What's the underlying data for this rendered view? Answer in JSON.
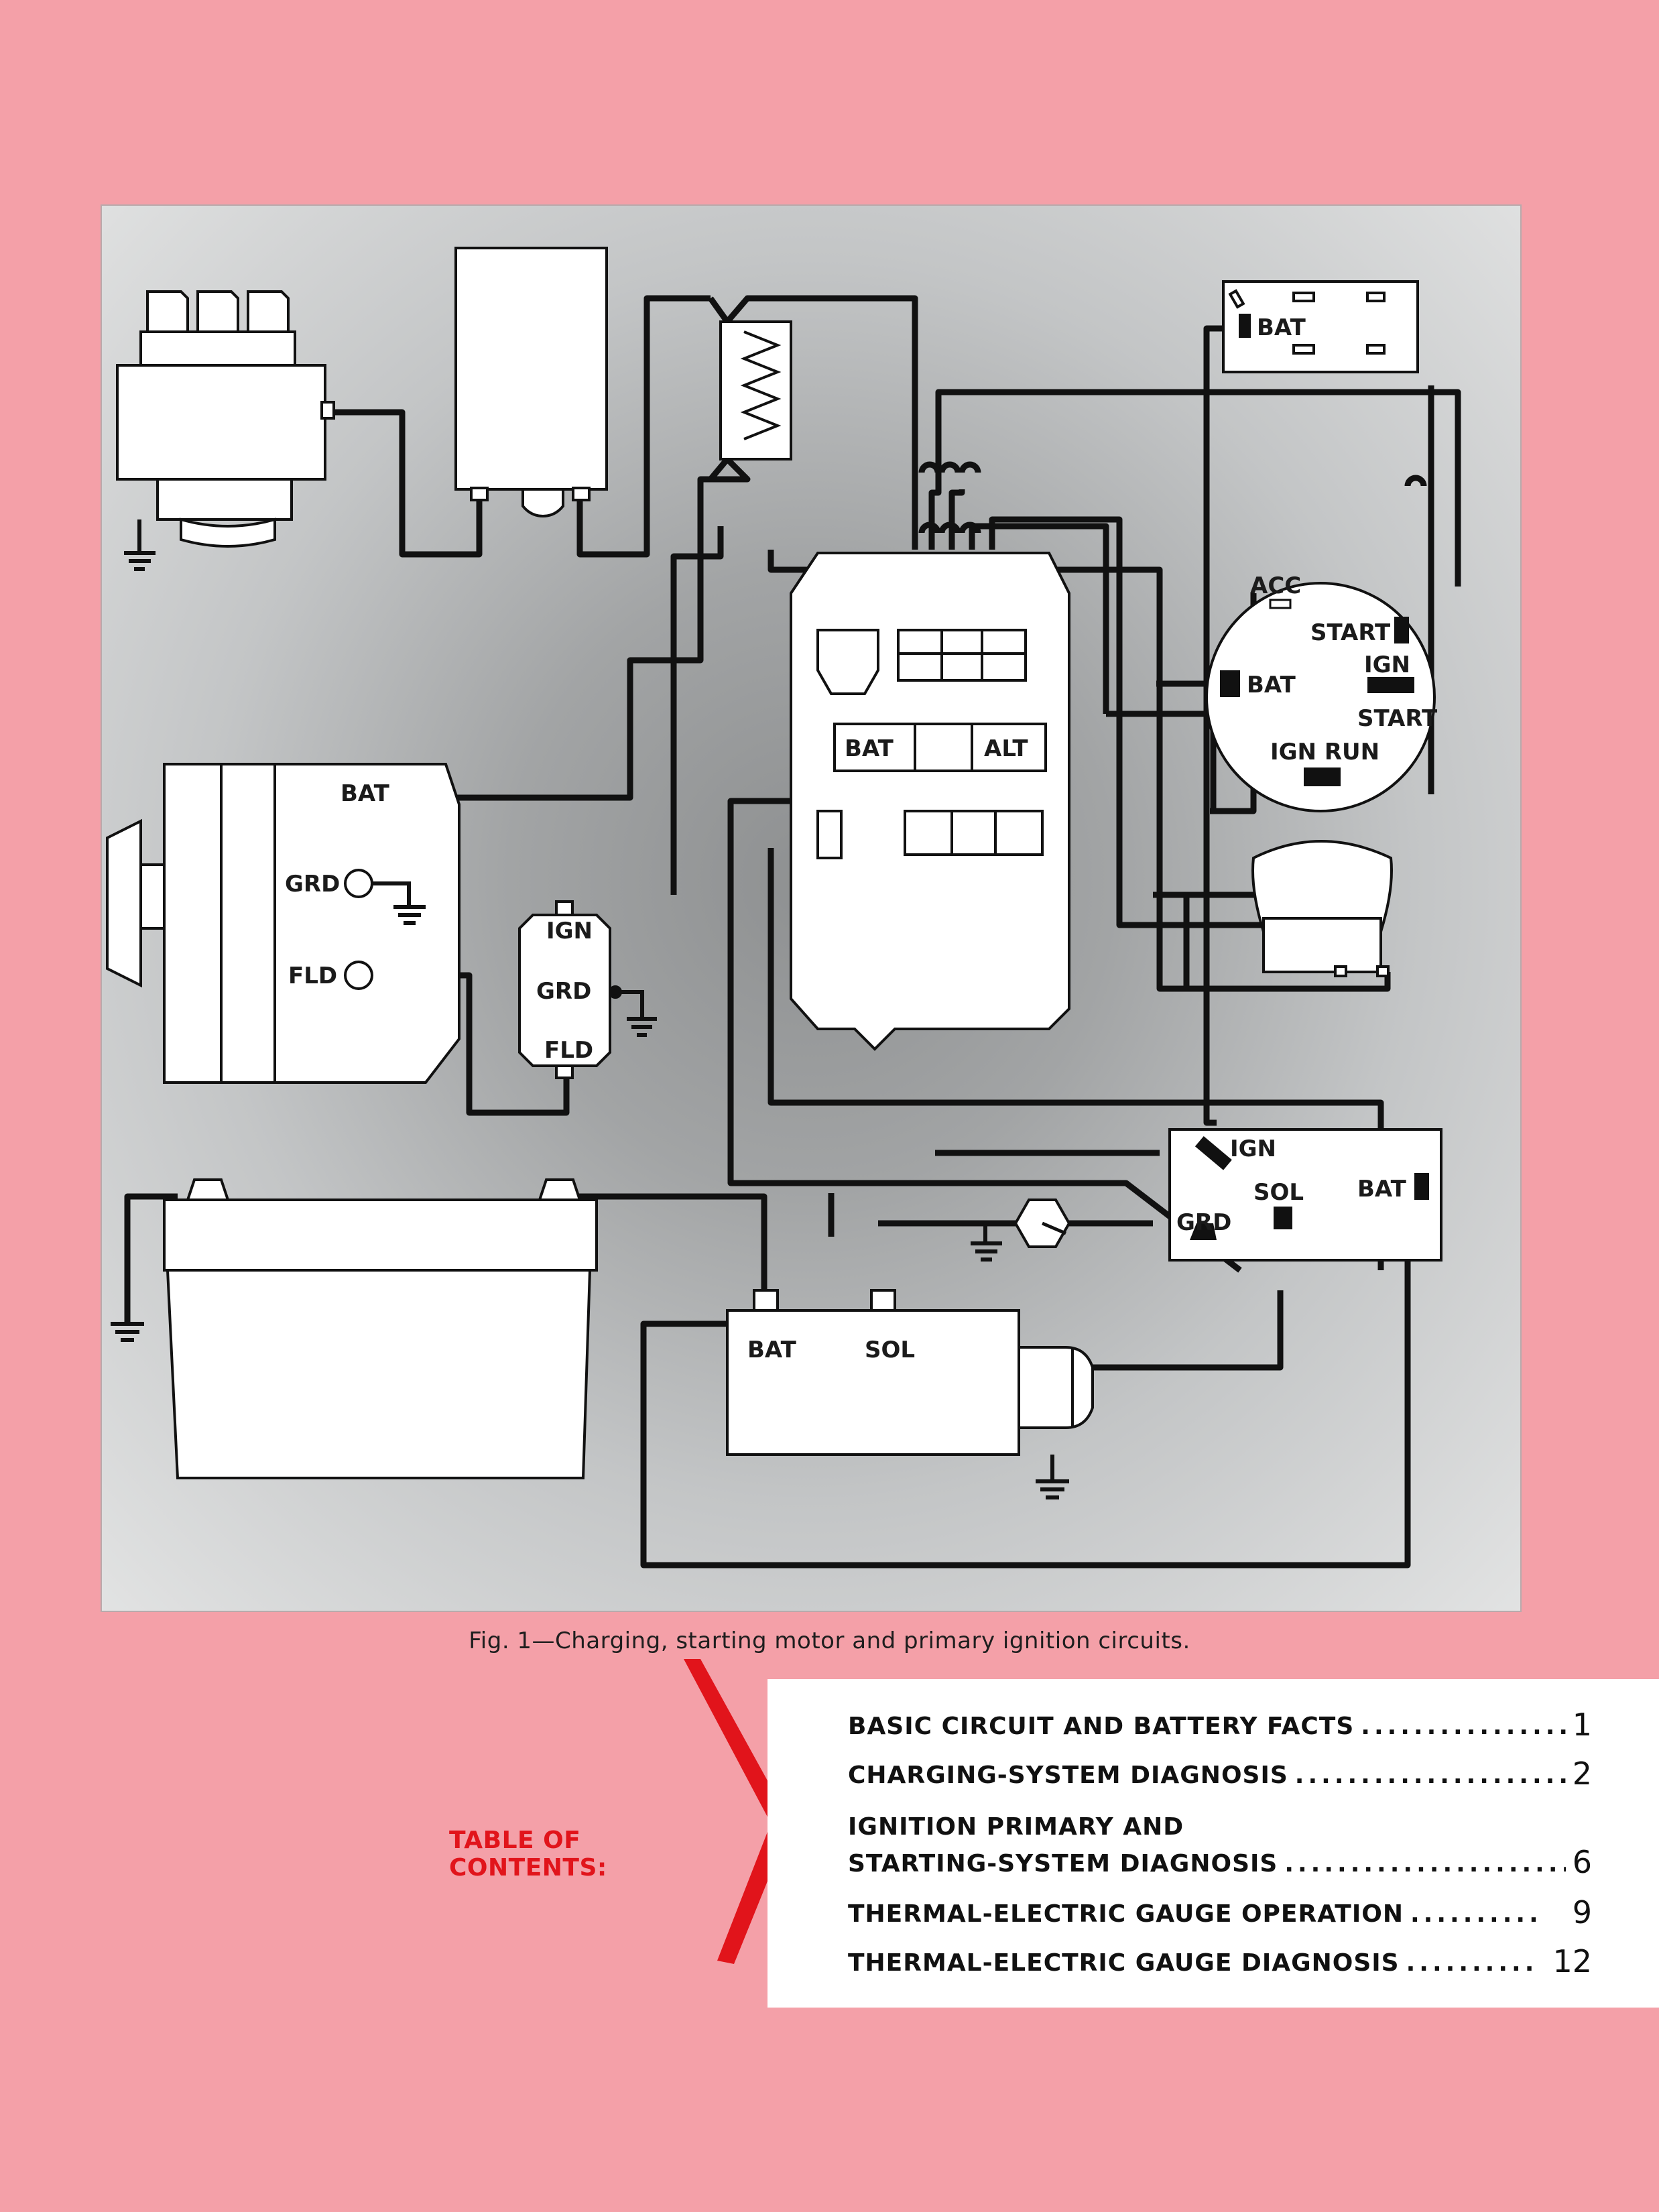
{
  "diagram": {
    "labels": {
      "gen_bat": "BAT",
      "gen_grd": "GRD",
      "gen_fld": "FLD",
      "reg_ign": "IGN",
      "reg_grd": "GRD",
      "reg_fld": "FLD",
      "fuse_bat": "BAT",
      "fuse_alt": "ALT",
      "junction_bat": "BAT",
      "switch_acc": "ACC",
      "switch_start": "START",
      "switch_ign": "IGN",
      "switch_start2": "START",
      "switch_bat": "BAT",
      "switch_ign_run": "IGN RUN",
      "relay_ign": "IGN",
      "relay_sol": "SOL",
      "relay_bat": "BAT",
      "relay_grd": "GRD",
      "starter_bat": "BAT",
      "starter_sol": "SOL"
    }
  },
  "caption": "Fig. 1—Charging, starting motor and primary ignition circuits.",
  "toc": {
    "title": "TABLE OF CONTENTS:",
    "entries": [
      {
        "line1": "BASIC CIRCUIT AND BATTERY FACTS",
        "dots": "........................",
        "page": "1"
      },
      {
        "line1": "CHARGING-SYSTEM  DIAGNOSIS",
        "dots": "..................................",
        "page": "2"
      },
      {
        "line0": "IGNITION PRIMARY AND",
        "line1": "STARTING-SYSTEM  DIAGNOSIS",
        "dots": "..................................",
        "page": "6"
      },
      {
        "line1": "THERMAL-ELECTRIC  GAUGE  OPERATION",
        "dots": "..........",
        "page": "9"
      },
      {
        "line1": "THERMAL-ELECTRIC  GAUGE  DIAGNOSIS",
        "dots": "..........",
        "page": "12"
      }
    ]
  },
  "colors": {
    "page": "#f4a0a8",
    "accent": "#e1141b",
    "wire": "#111111"
  }
}
